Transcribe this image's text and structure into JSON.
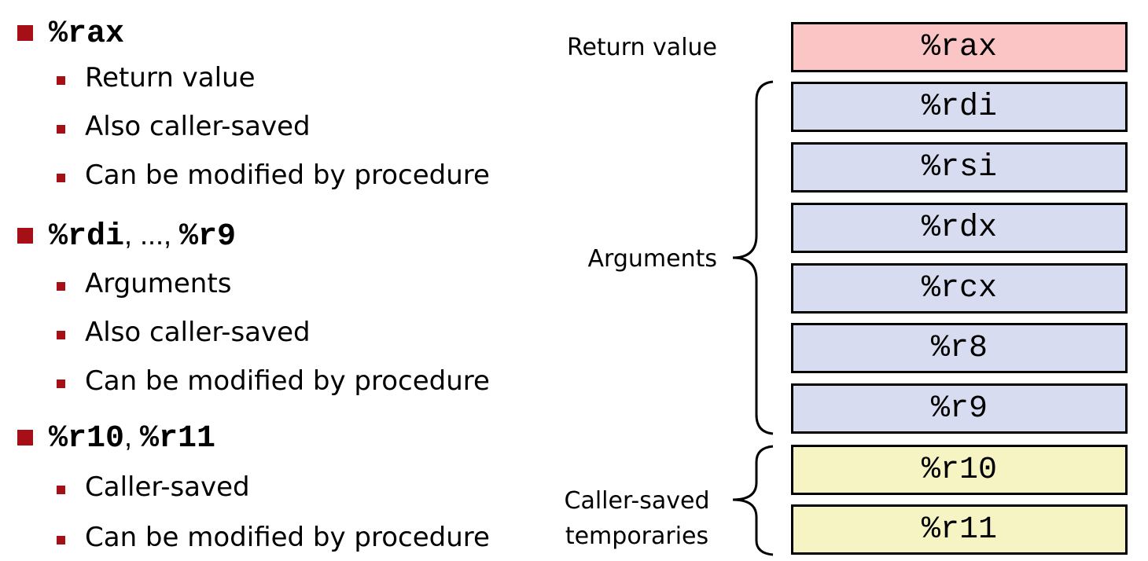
{
  "sections": [
    {
      "heading_parts": [
        "%rax"
      ],
      "items": [
        "Return value",
        "Also caller-saved",
        "Can be modified by procedure"
      ]
    },
    {
      "heading_parts": [
        "%rdi",
        ", ..., ",
        "%r9"
      ],
      "items": [
        "Arguments",
        "Also caller-saved",
        "Can be modified by procedure"
      ]
    },
    {
      "heading_parts": [
        "%r10",
        ", ",
        "%r11"
      ],
      "items": [
        "Caller-saved",
        "Can be modified by procedure"
      ]
    }
  ],
  "registers": [
    {
      "name": "%rax",
      "color": "#fcc5c5"
    },
    {
      "name": "%rdi",
      "color": "#d8dcf0"
    },
    {
      "name": "%rsi",
      "color": "#d8dcf0"
    },
    {
      "name": "%rdx",
      "color": "#d8dcf0"
    },
    {
      "name": "%rcx",
      "color": "#d8dcf0"
    },
    {
      "name": "%r8",
      "color": "#d8dcf0"
    },
    {
      "name": "%r9",
      "color": "#d8dcf0"
    },
    {
      "name": "%r10",
      "color": "#f6f4c3"
    },
    {
      "name": "%r11",
      "color": "#f6f4c3"
    }
  ],
  "labels": {
    "return_value": "Return value",
    "arguments": "Arguments",
    "caller_saved_line1": "Caller-saved",
    "caller_saved_line2": "temporaries"
  },
  "colors": {
    "bullet": "#a50f15"
  }
}
